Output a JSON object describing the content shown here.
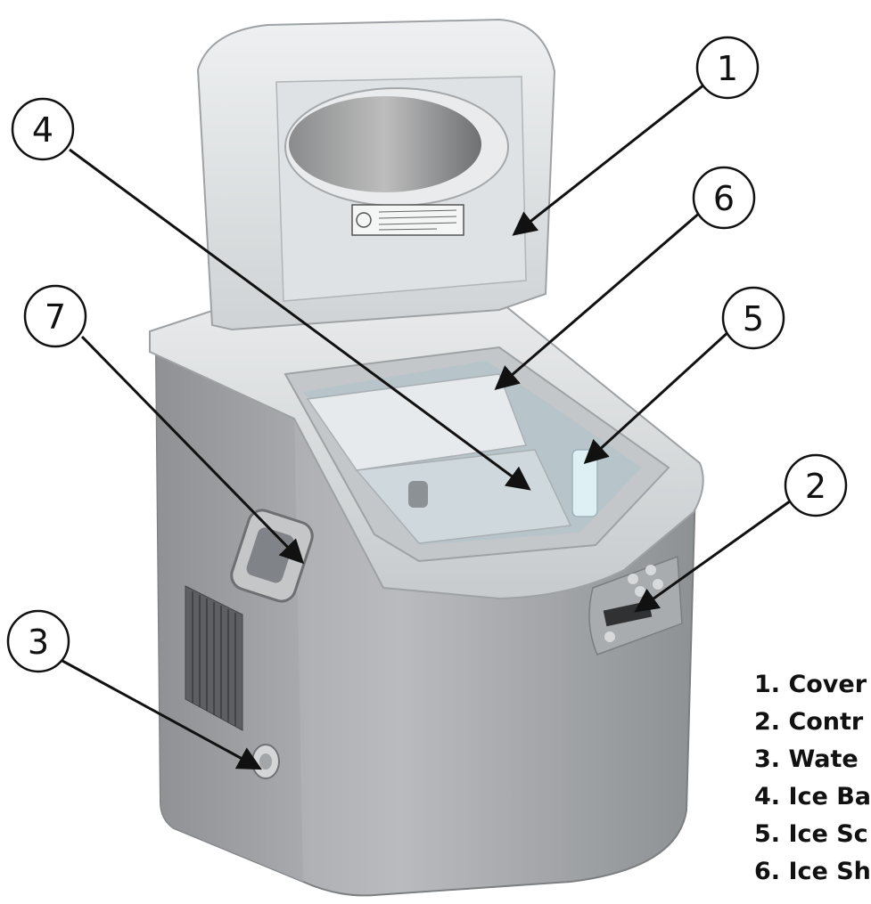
{
  "callouts": [
    {
      "id": "1",
      "label": "1"
    },
    {
      "id": "2",
      "label": "2"
    },
    {
      "id": "3",
      "label": "3"
    },
    {
      "id": "4",
      "label": "4"
    },
    {
      "id": "5",
      "label": "5"
    },
    {
      "id": "6",
      "label": "6"
    },
    {
      "id": "7",
      "label": "7"
    }
  ],
  "legend": [
    "1. Cover",
    "2. Contr",
    "3. Wate",
    "4. Ice Ba",
    "5. Ice Sc",
    "6. Ice Sh"
  ],
  "colors": {
    "steel": "#a9abae",
    "panel": "#d9dcdd",
    "ink": "#111111"
  }
}
